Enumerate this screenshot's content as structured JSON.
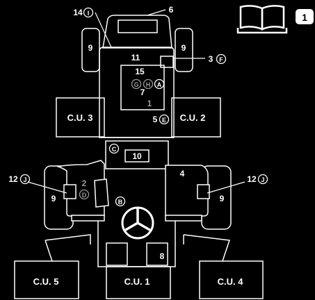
{
  "reference_badge": "1",
  "control_units": {
    "cu1": "C.U. 1",
    "cu2": "C.U. 2",
    "cu3": "C.U. 3",
    "cu4": "C.U. 4",
    "cu5": "C.U. 5"
  },
  "numbers": {
    "n1": "1",
    "n2": "2",
    "n3": "3",
    "n4": "4",
    "n5": "5",
    "n6": "6",
    "n7": "7",
    "n8": "8",
    "n9_fl": "9",
    "n9_fr": "9",
    "n9_rl": "9",
    "n9_rr": "9",
    "n10": "10",
    "n11": "11",
    "n12_l": "12",
    "n12_r": "12",
    "n14": "14",
    "n15": "15"
  },
  "letters": {
    "A": "A",
    "B": "B",
    "C": "C",
    "D": "D",
    "E": "E",
    "F": "F",
    "G": "G",
    "H": "H",
    "I": "I",
    "J_l": "J",
    "J_r": "J"
  },
  "icons": [
    "manual-book-icon"
  ]
}
